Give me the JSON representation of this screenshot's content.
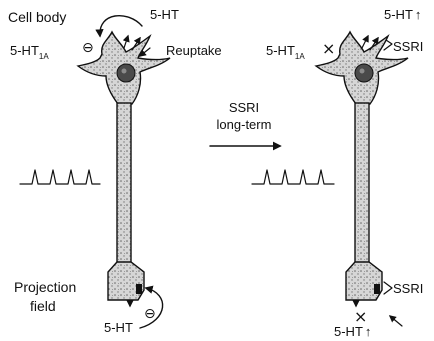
{
  "left_neuron": {
    "cell_body_label": "Cell body",
    "transmitter_top": "5-HT",
    "receptor_label": "5-HT",
    "receptor_subscript": "1A",
    "reuptake_label": "Reuptake",
    "inhibit_symbol": "⊖",
    "projection_label_line1": "Projection",
    "projection_label_line2": "field",
    "transmitter_bottom": "5-HT",
    "terminal_inhibit_symbol": "⊖"
  },
  "treatment": {
    "line1": "SSRI",
    "line2": "long-term"
  },
  "right_neuron": {
    "transmitter_top": "5-HT",
    "transmitter_top_change": "↑",
    "receptor_label": "5-HT",
    "receptor_subscript": "1A",
    "blocked_mark": "×",
    "ssri_top": "SSRI",
    "ssri_terminal": "SSRI",
    "terminal_blocked_mark": "×",
    "transmitter_bottom": "5-HT",
    "transmitter_bottom_change": "↑"
  },
  "colors": {
    "ink": "#111111",
    "soma_fill": "#c9c9c9",
    "nucleus": "#4a4a4a",
    "paper": "#ffffff"
  }
}
